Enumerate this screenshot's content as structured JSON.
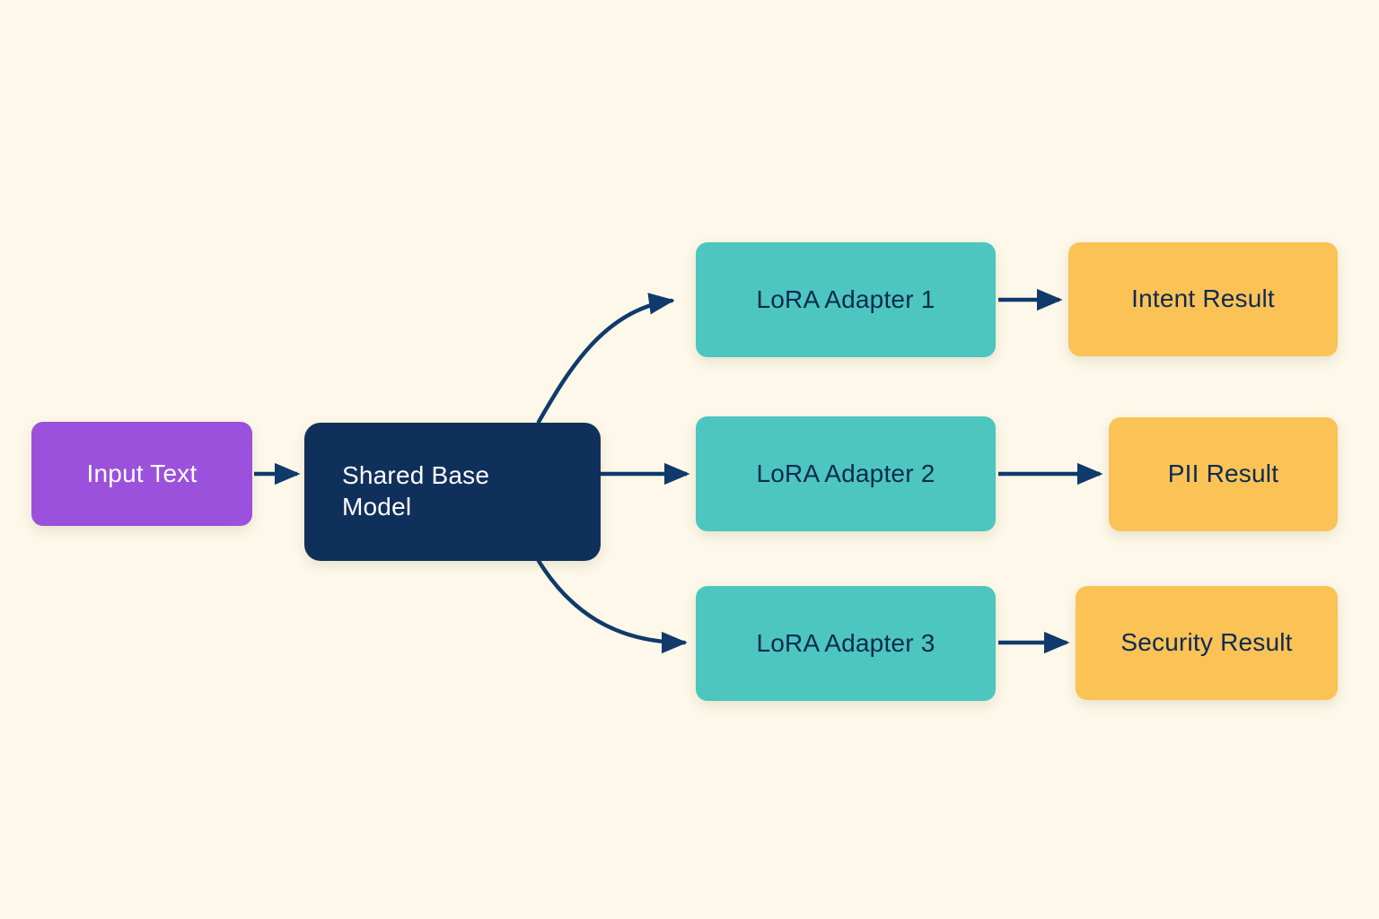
{
  "diagram": {
    "title": "Shared base model with LoRA adapters routing to task results",
    "background_color": "#fdf8e9",
    "accent_colors": {
      "input": "#9b51db",
      "base_model": "#10305c",
      "adapter": "#4cc6be",
      "result": "#fbc256",
      "arrow": "#103a6b",
      "light_text": "#ffffff",
      "dark_text": "#0d2a52"
    },
    "nodes": {
      "input": {
        "label": "Input Text"
      },
      "base_model": {
        "label": "Shared Base\nModel",
        "line1": "Shared Base",
        "line2": "Model"
      },
      "adapters": [
        {
          "label": "LoRA Adapter 1"
        },
        {
          "label": "LoRA Adapter 2"
        },
        {
          "label": "LoRA Adapter 3"
        }
      ],
      "results": [
        {
          "label": "Intent Result"
        },
        {
          "label": "PII Result"
        },
        {
          "label": "Security Result"
        }
      ]
    },
    "edges": [
      {
        "from": "Input Text",
        "to": "Shared Base Model",
        "style": "straight-arrow"
      },
      {
        "from": "Shared Base Model",
        "to": "LoRA Adapter 1",
        "style": "curved-arrow"
      },
      {
        "from": "Shared Base Model",
        "to": "LoRA Adapter 2",
        "style": "straight-arrow"
      },
      {
        "from": "Shared Base Model",
        "to": "LoRA Adapter 3",
        "style": "curved-arrow"
      },
      {
        "from": "LoRA Adapter 1",
        "to": "Intent Result",
        "style": "straight-arrow"
      },
      {
        "from": "LoRA Adapter 2",
        "to": "PII Result",
        "style": "straight-arrow"
      },
      {
        "from": "LoRA Adapter 3",
        "to": "Security Result",
        "style": "straight-arrow"
      }
    ]
  }
}
